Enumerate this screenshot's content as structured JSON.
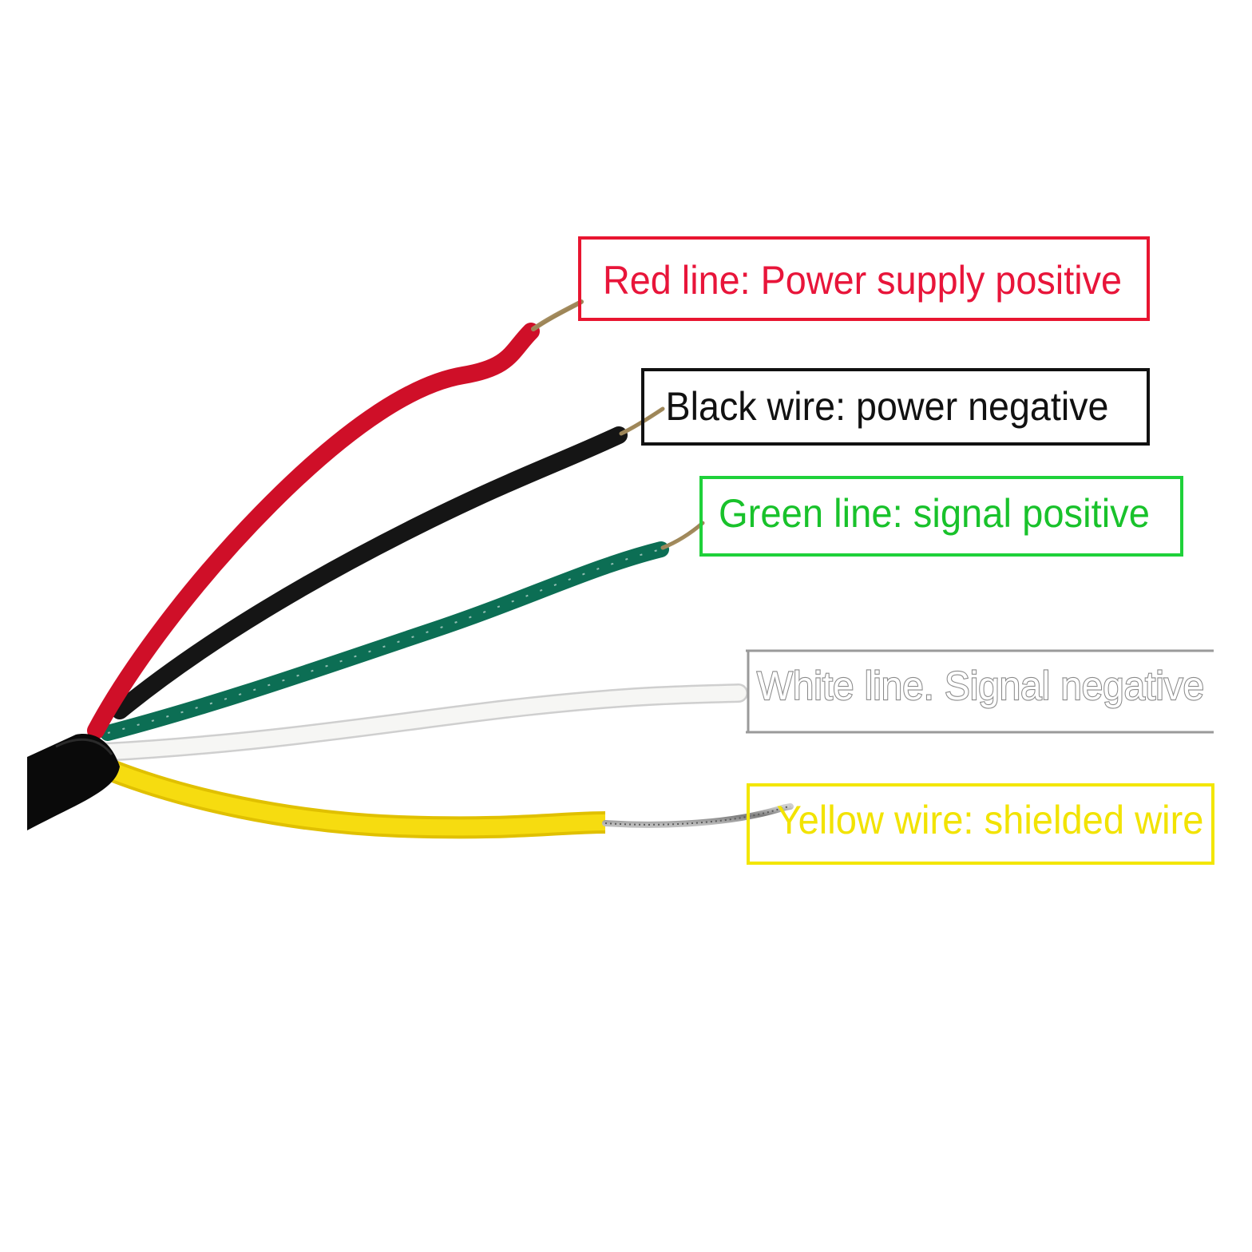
{
  "labels": {
    "red": {
      "text": "Red line: Power supply positive",
      "color": "#e8153a",
      "box_color": "#e81530"
    },
    "black": {
      "text": "Black wire: power negative",
      "color": "#111111",
      "box_color": "#111111"
    },
    "green": {
      "text": "Green line: signal positive",
      "color": "#19c22b",
      "box_color": "#1fd13a"
    },
    "white": {
      "text": "White line. Signal negative",
      "color": "#ffffff",
      "box_color": "#9a9a9a"
    },
    "yellow": {
      "text": "Yellow wire: shielded wire",
      "color": "#f2e300",
      "box_color": "#f3e600"
    }
  },
  "wires": {
    "red": "#d0102a",
    "black": "#141414",
    "green": "#0d7a5c",
    "white": "#f4f4f2",
    "yellow": "#f3d400",
    "sheath": "#0a0a0a",
    "copper": "#b8a27a"
  }
}
